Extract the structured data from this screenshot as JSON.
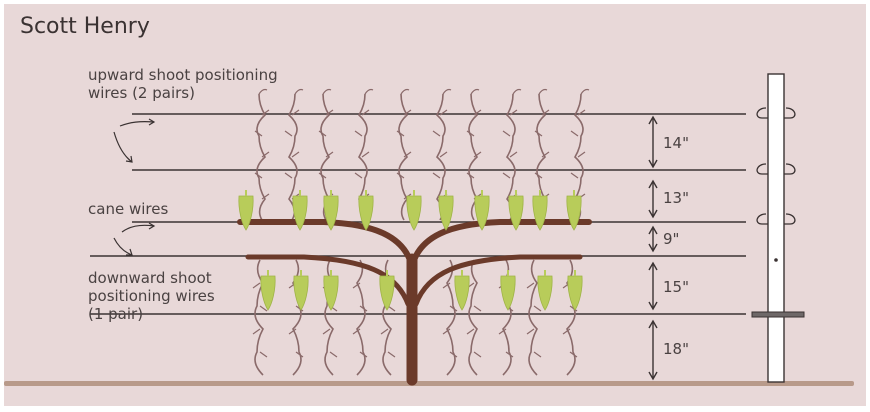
{
  "title": "Scott Henry",
  "labels": {
    "upward_line1": "upward shoot positioning",
    "upward_line2": "wires (2 pairs)",
    "cane": "cane wires",
    "downward_line1": "downward shoot",
    "downward_line2": "positioning wires",
    "downward_line3": "(1 pair)"
  },
  "spacings": [
    "14\"",
    "13\"",
    "9\"",
    "15\"",
    "18\""
  ],
  "colors": {
    "background": "#e8d8d8",
    "wire": "#3a3232",
    "trunk": "#6b3a2a",
    "shoot": "#8a6a6a",
    "grape": "#b8cc5a",
    "ground": "#b89a8a",
    "post": "#ffffff"
  }
}
